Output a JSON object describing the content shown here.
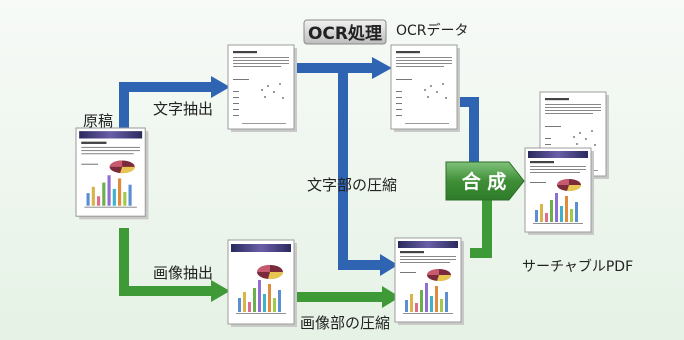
{
  "labels": {
    "ocr_process": "OCR処理",
    "ocr_data": "OCRデータ",
    "original": "原稿",
    "text_extract": "文字抽出",
    "text_compress": "文字部の圧縮",
    "image_extract": "画像抽出",
    "image_compress": "画像部の圧縮",
    "merge": "合 成",
    "searchable_pdf": "サーチャブルPDF"
  },
  "documents": {
    "doc_title": "Market Trends"
  },
  "colors": {
    "text_flow": "#2f64b3",
    "image_flow": "#3e9a36",
    "merge_badge": "#3f8f37"
  }
}
